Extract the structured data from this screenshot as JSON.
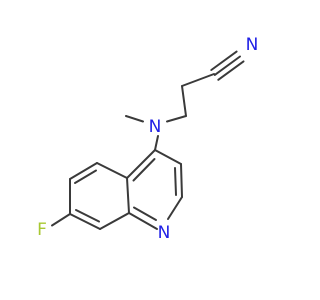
{
  "colors": {
    "bond": "#3a3a3a",
    "carbon_text": "#3a3a3a",
    "nitrogen": "#2020e6",
    "fluorine": "#a8c832"
  },
  "molecule": {
    "labels": {
      "nitrile_n": "N",
      "amine_n": "N",
      "ring_n": "N",
      "fluorine": "F"
    }
  }
}
